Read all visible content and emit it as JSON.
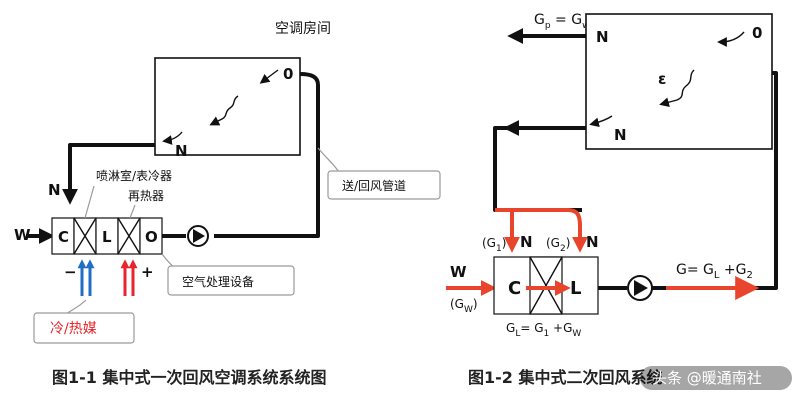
{
  "fig1": {
    "room_title": "空调房间",
    "point_o": "0",
    "point_n": "N",
    "supply_state_n": "N",
    "spray_label": "喷淋室/表冷器",
    "reheater_label": "再热器",
    "outdoor_w": "W",
    "cell_c": "C",
    "cell_l": "L",
    "cell_o": "O",
    "duct_label": "送/回风管道",
    "equipment_label": "空气处理设备",
    "minus_sign": "−",
    "plus_sign": "+",
    "medium_label": "冷/热媒",
    "caption": "图1-1 集中式一次回风空调系统系统图"
  },
  "fig2": {
    "exhaust_g": "G",
    "exhaust_p": "p",
    "exhaust_eq": " = G",
    "exhaust_w": "w",
    "room_n_top": "N",
    "room_o": "0",
    "epsilon": "ε",
    "room_n_bottom": "N",
    "g1_open": "(G",
    "g1_sub": "1",
    "g1_close": ")",
    "g1_n": "N",
    "g2_open": "(G",
    "g2_sub": "2",
    "g2_close": ")",
    "g2_n": "N",
    "outdoor_w": "W",
    "gw_open": "(G",
    "gw_sub": "W",
    "gw_close": ")",
    "cell_c": "C",
    "cell_l": "L",
    "supply_g": "G= G",
    "supply_l": "L",
    "supply_plus": " +G",
    "supply_2": "2",
    "mix_g": "G",
    "mix_l": "L",
    "mix_eq": "= G",
    "mix_1": "1",
    "mix_plus": " +G",
    "mix_w": "W",
    "caption": "图1-2 集中式二次回风系统",
    "watermark": "头条 @暖通南社"
  },
  "colors": {
    "cold": "#1f6fc4",
    "heat": "#e8252c",
    "mix_flow": "#e8452c",
    "medium_text": "#e8252c"
  }
}
